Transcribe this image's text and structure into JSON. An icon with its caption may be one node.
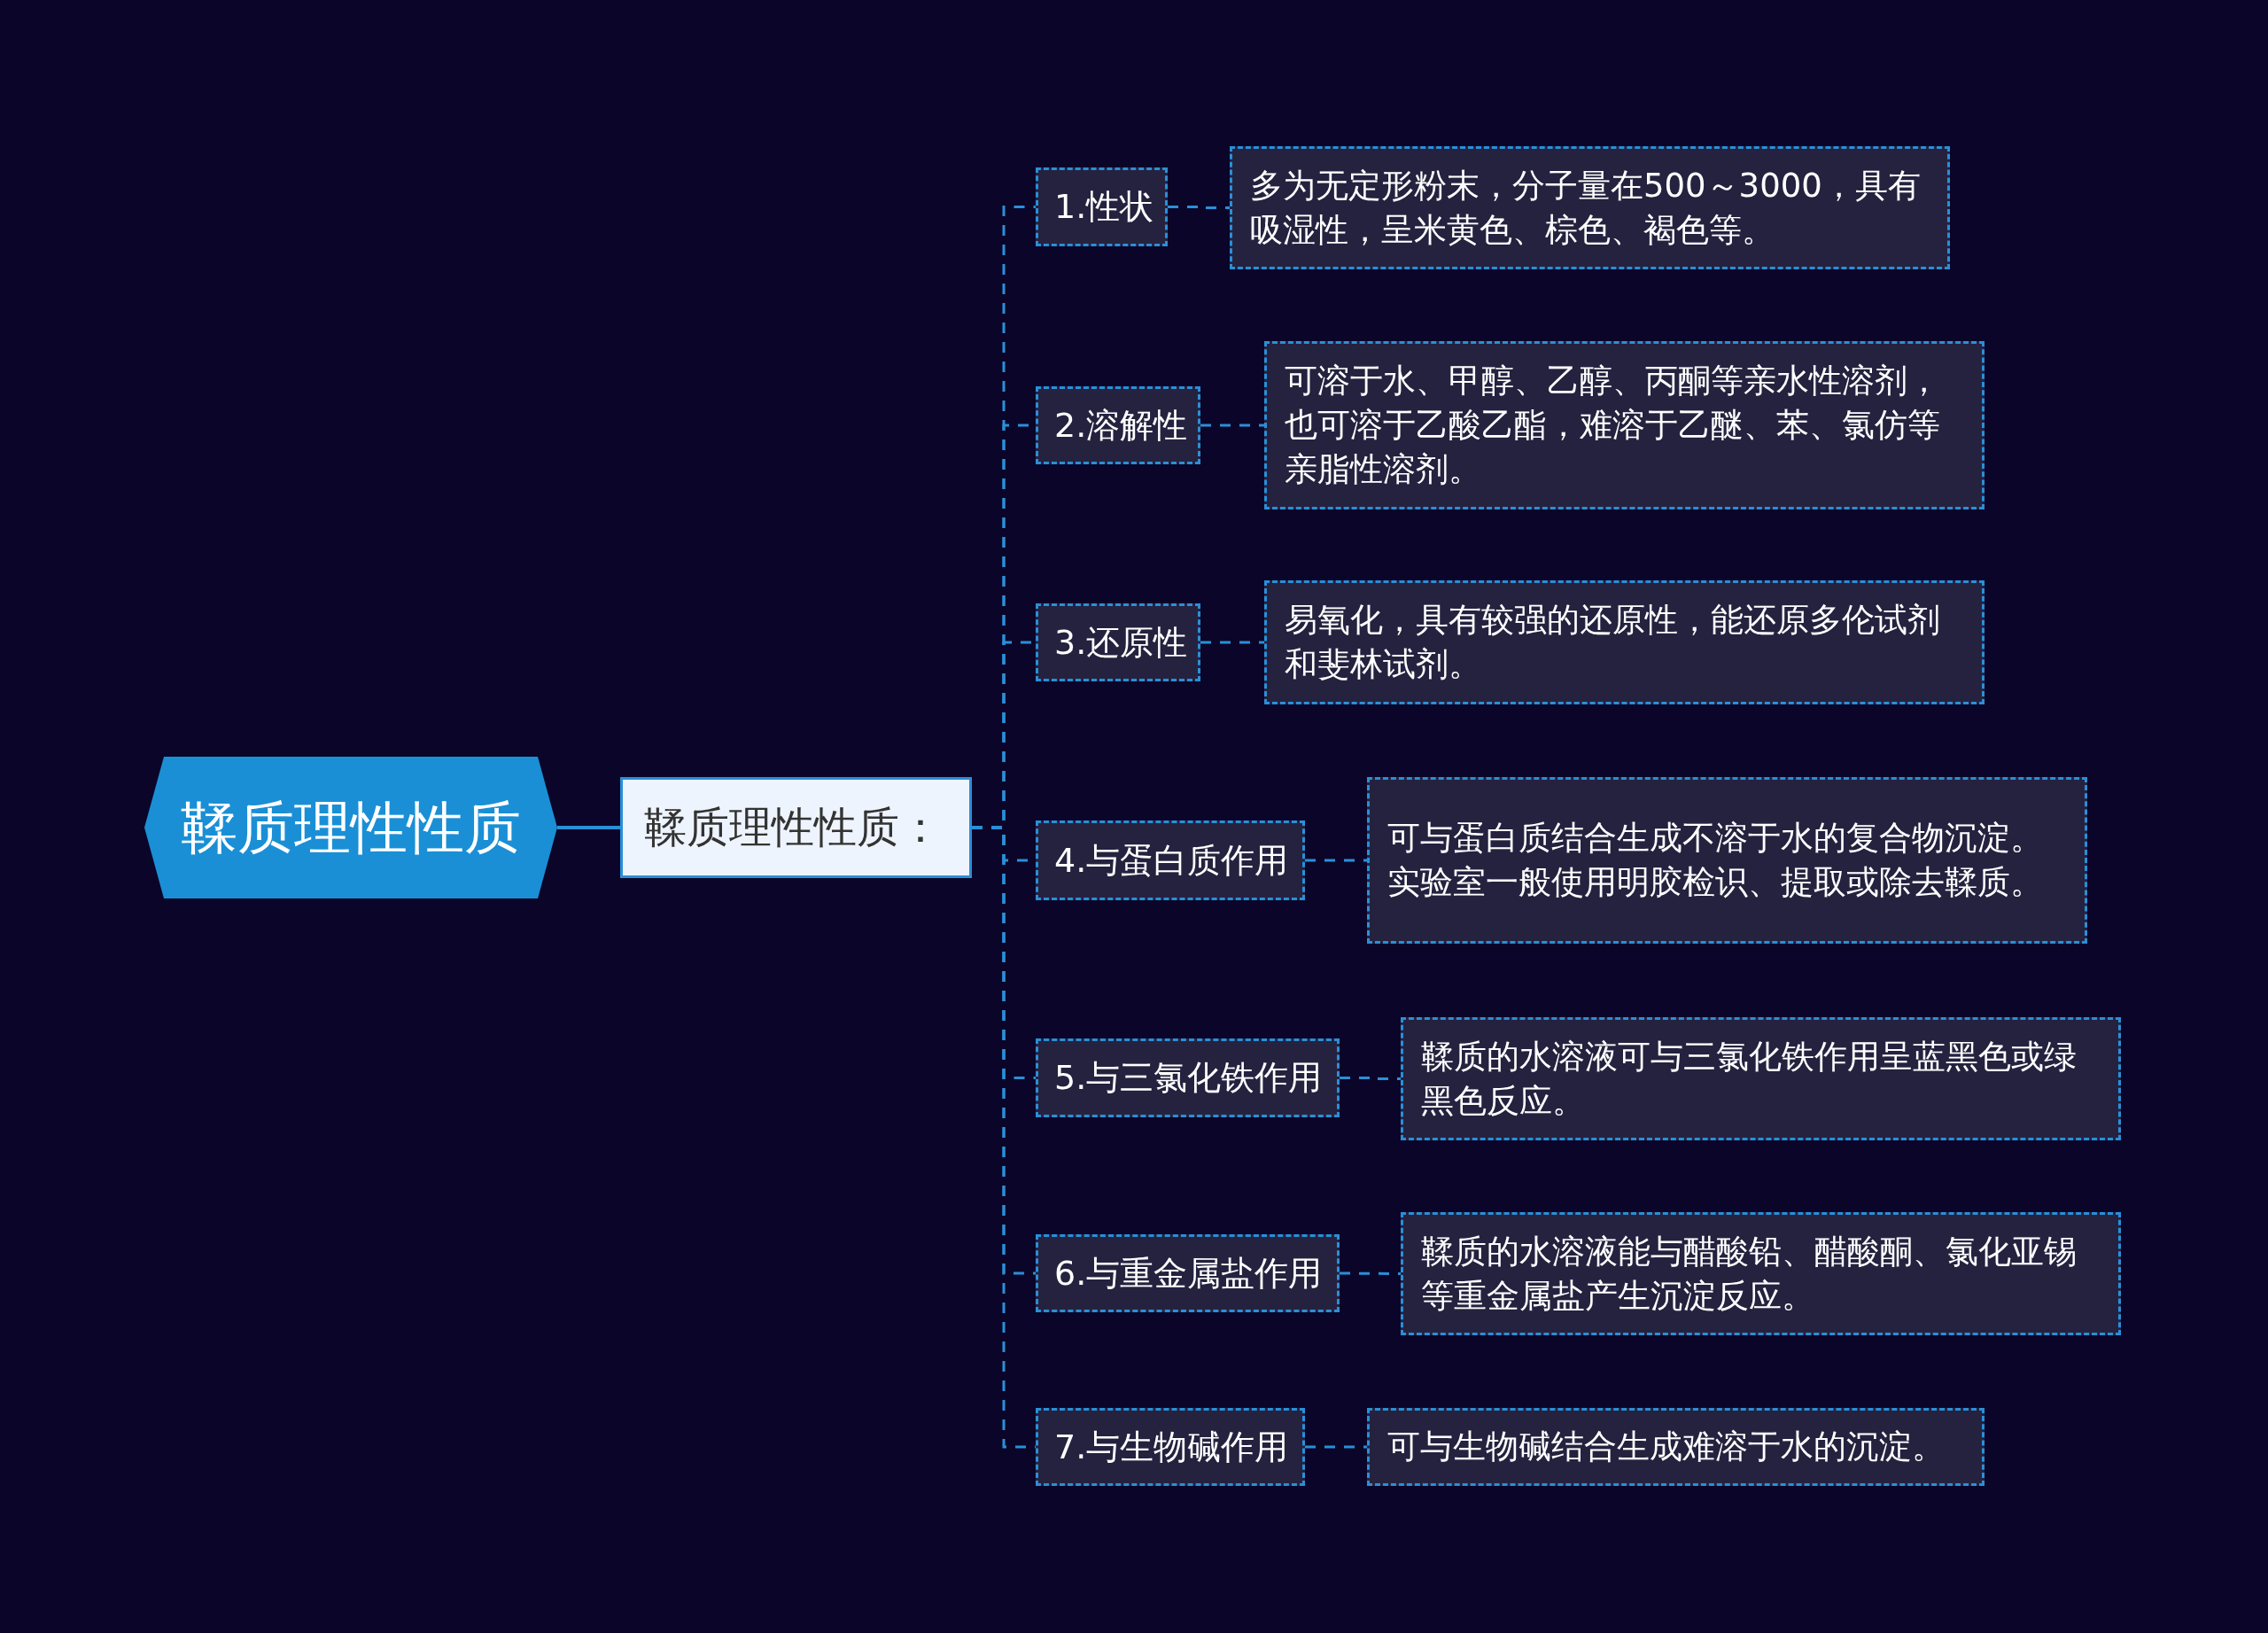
{
  "diagram": {
    "nodes": [
      {
        "text": [
          "鞣质理性性质"
        ]
      },
      {
        "text": [
          "鞣质理性性质："
        ]
      },
      {
        "text": [
          "1.性状"
        ]
      },
      {
        "text": [
          "多为无定形粉末，分子量在500～3000，具有吸湿性，呈米黄色、棕色、褐色等。"
        ]
      },
      {
        "text": [
          "2.溶解性"
        ]
      },
      {
        "text": [
          "可溶于水、甲醇、乙醇、丙酮等亲水性溶剂，也可溶于乙酸乙酯，难溶于乙醚、苯、氯仿等亲脂性溶剂。"
        ]
      },
      {
        "text": [
          "3.还原性"
        ]
      },
      {
        "text": [
          "易氧化，具有较强的还原性，能还原多伦试剂和斐林试剂。"
        ]
      },
      {
        "text": [
          "4.与蛋白质作用"
        ]
      },
      {
        "text": [
          "可与蛋白质结合生成不溶于水的复合物沉淀。实验室一般使用明胶检识、提取或除去鞣质。"
        ]
      },
      {
        "text": [
          "5.与三氯化铁作用"
        ]
      },
      {
        "text": [
          "鞣质的水溶液可与三氯化铁作用呈蓝黑色或绿黑色反应。"
        ]
      },
      {
        "text": [
          "6.与重金属盐作用"
        ]
      },
      {
        "text": [
          "鞣质的水溶液能与醋酸铅、醋酸酮、氯化亚锡等重金属盐产生沉淀反应。"
        ]
      },
      {
        "text": [
          "7.与生物碱作用"
        ]
      },
      {
        "text": [
          "可与生物碱结合生成难溶于水的沉淀。"
        ]
      }
    ],
    "edges": [
      {
        "from": 0,
        "to": 1,
        "arrow": "none"
      },
      {
        "from": 1,
        "to": 2,
        "arrow": "none",
        "style": "dashed"
      },
      {
        "from": 1,
        "to": 4,
        "arrow": "none",
        "style": "dashed"
      },
      {
        "from": 1,
        "to": 6,
        "arrow": "none",
        "style": "dashed"
      },
      {
        "from": 1,
        "to": 8,
        "arrow": "none",
        "style": "dashed"
      },
      {
        "from": 1,
        "to": 10,
        "arrow": "none",
        "style": "dashed"
      },
      {
        "from": 1,
        "to": 12,
        "arrow": "none",
        "style": "dashed"
      },
      {
        "from": 1,
        "to": 14,
        "arrow": "none",
        "style": "dashed"
      },
      {
        "from": 2,
        "to": 3,
        "arrow": "none",
        "style": "dashed"
      },
      {
        "from": 4,
        "to": 5,
        "arrow": "none",
        "style": "dashed"
      },
      {
        "from": 6,
        "to": 7,
        "arrow": "none",
        "style": "dashed"
      },
      {
        "from": 8,
        "to": 9,
        "arrow": "none",
        "style": "dashed"
      },
      {
        "from": 10,
        "to": 11,
        "arrow": "none",
        "style": "dashed"
      },
      {
        "from": 12,
        "to": 13,
        "arrow": "none",
        "style": "dashed"
      },
      {
        "from": 14,
        "to": 15,
        "arrow": "none",
        "style": "dashed"
      }
    ]
  }
}
